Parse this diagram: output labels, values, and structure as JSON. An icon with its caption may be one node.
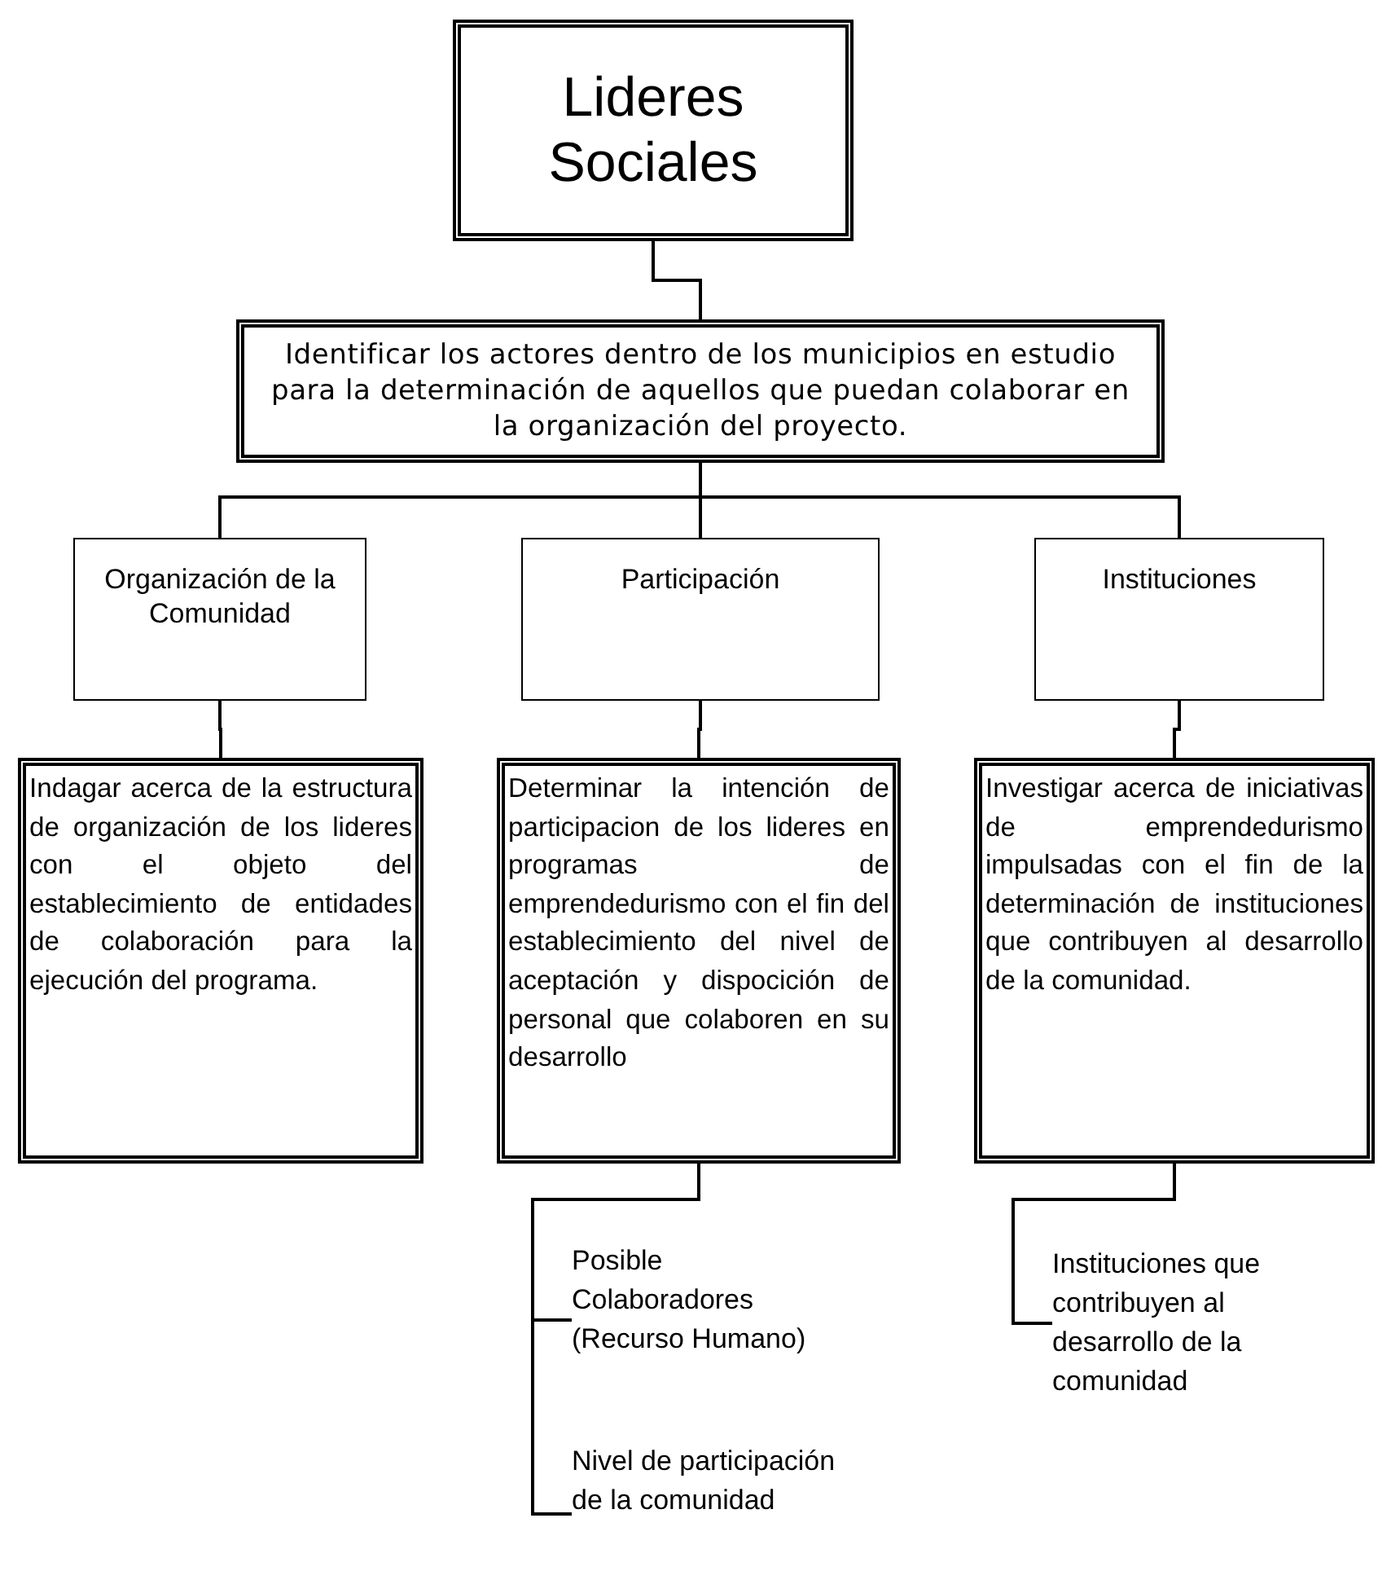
{
  "diagram": {
    "nodes": [
      {
        "text": [
          "Lideres Sociales"
        ]
      },
      {
        "text": [
          "Identificar los actores dentro de los municipios en estudio para la determinación de aquellos que puedan colaborar en la organización del proyecto."
        ]
      },
      {
        "text": [
          "Organización de la Comunidad"
        ]
      },
      {
        "text": [
          "Participación"
        ]
      },
      {
        "text": [
          "Instituciones"
        ]
      },
      {
        "text": [
          "Indagar acerca de la estructura de organización de los lideres con el objeto del establecimiento de entidades de colaboración para la ejecución del programa."
        ]
      },
      {
        "text": [
          "Determinar la intención de participacion de los lideres en programas de emprendedurismo con el fin del establecimiento del nivel de aceptación y dispocición de personal que colaboren en su desarrollo"
        ]
      },
      {
        "text": [
          "Investigar acerca de iniciativas de emprendedurismo impulsadas con el fin de la determinación de instituciones que contribuyen al desarrollo de la comunidad."
        ]
      },
      {
        "text": [
          "Posible Colaboradores (Recurso Humano)"
        ]
      },
      {
        "text": [
          "Nivel de participación de la comunidad"
        ]
      },
      {
        "text": [
          "Instituciones que contribuyen al desarrollo de la comunidad"
        ]
      }
    ],
    "edges": [
      {
        "from": 0,
        "to": 1,
        "arrow": "none"
      },
      {
        "from": 1,
        "to": 2,
        "arrow": "none"
      },
      {
        "from": 1,
        "to": 3,
        "arrow": "none"
      },
      {
        "from": 1,
        "to": 4,
        "arrow": "none"
      },
      {
        "from": 2,
        "to": 5,
        "arrow": "none"
      },
      {
        "from": 3,
        "to": 6,
        "arrow": "none"
      },
      {
        "from": 4,
        "to": 7,
        "arrow": "none"
      },
      {
        "from": 6,
        "to": 8,
        "arrow": "none"
      },
      {
        "from": 6,
        "to": 9,
        "arrow": "none"
      },
      {
        "from": 7,
        "to": 10,
        "arrow": "none"
      }
    ]
  }
}
